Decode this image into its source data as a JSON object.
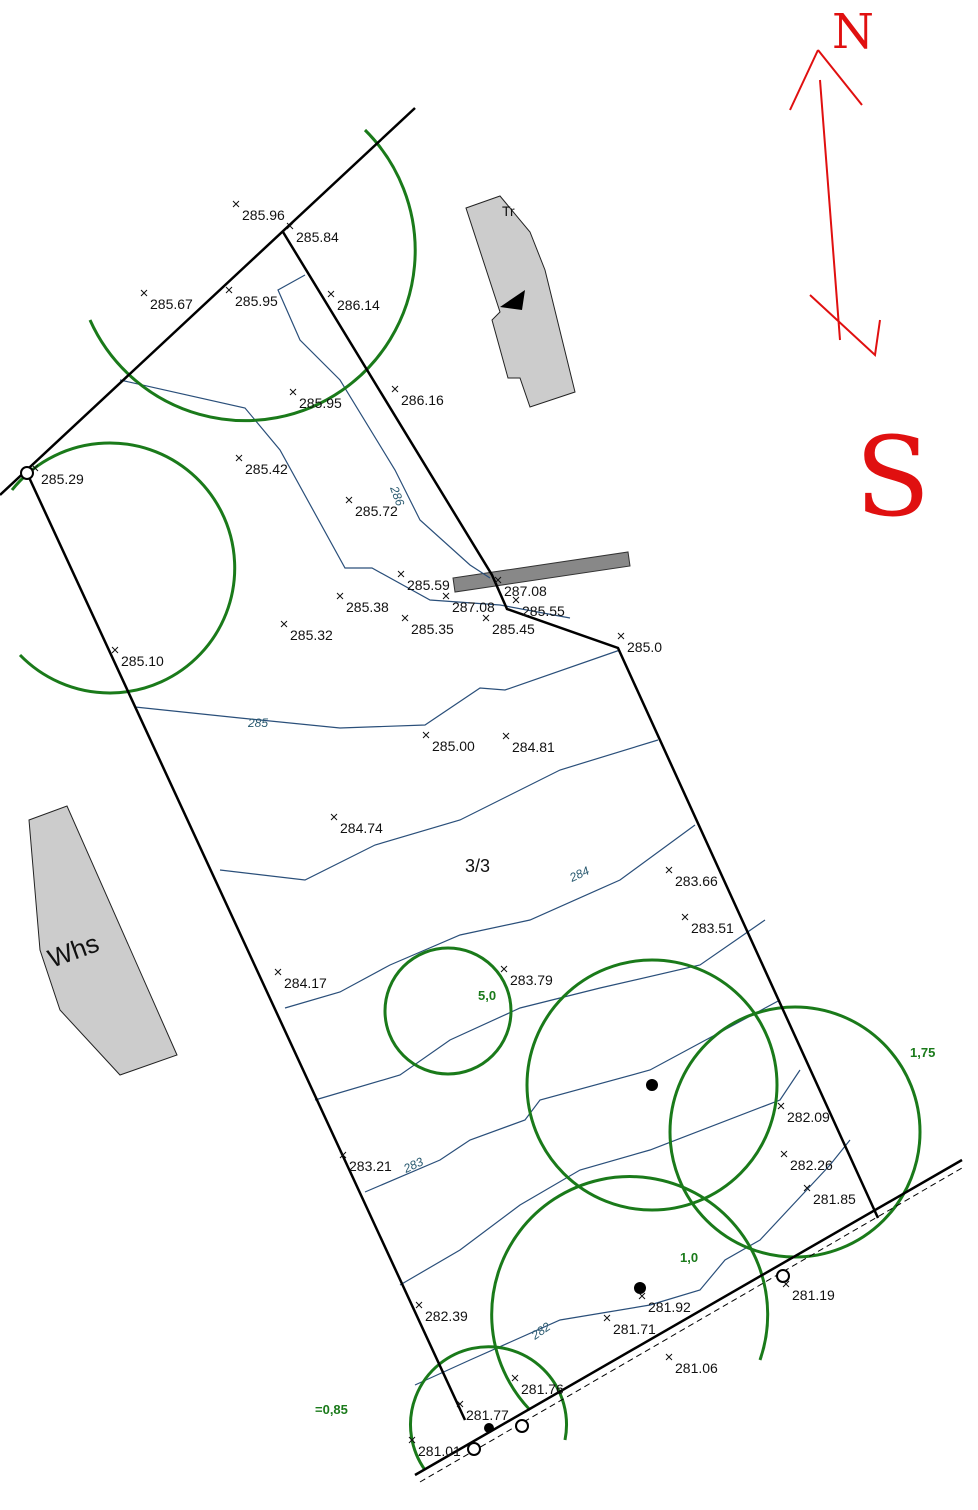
{
  "elevations": [
    "285.96",
    "285.84",
    "285.67",
    "285.95",
    "286.14",
    "285.95",
    "286.16",
    "285.42",
    "285.29",
    "285.72",
    "285.59",
    "287.08",
    "287.08",
    "285.55",
    "285.38",
    "285.35",
    "285.45",
    "285.32",
    "285.0",
    "285.10",
    "285.00",
    "284.81",
    "284.74",
    "283.66",
    "283.51",
    "284.17",
    "283.79",
    "283.21",
    "282.09",
    "282.26",
    "281.85",
    "282.39",
    "281.92",
    "281.71",
    "281.19",
    "281.06",
    "281.76",
    "281.77",
    "281.01"
  ],
  "contour_labels": [
    "286",
    "285",
    "284",
    "283",
    "282"
  ],
  "parcel_label": "3/3",
  "buildings": {
    "house": "Whs",
    "shed": "Tr"
  },
  "tree_labels": [
    "5,0",
    "1,0",
    "1,75",
    "=0,85"
  ],
  "compass": {
    "north": "N",
    "south": "S"
  },
  "colors": {
    "boundary": "#000000",
    "contour": "#2a4f7a",
    "tree": "#1a7a1a",
    "building": "#cccccc",
    "compass": "#e01010"
  }
}
